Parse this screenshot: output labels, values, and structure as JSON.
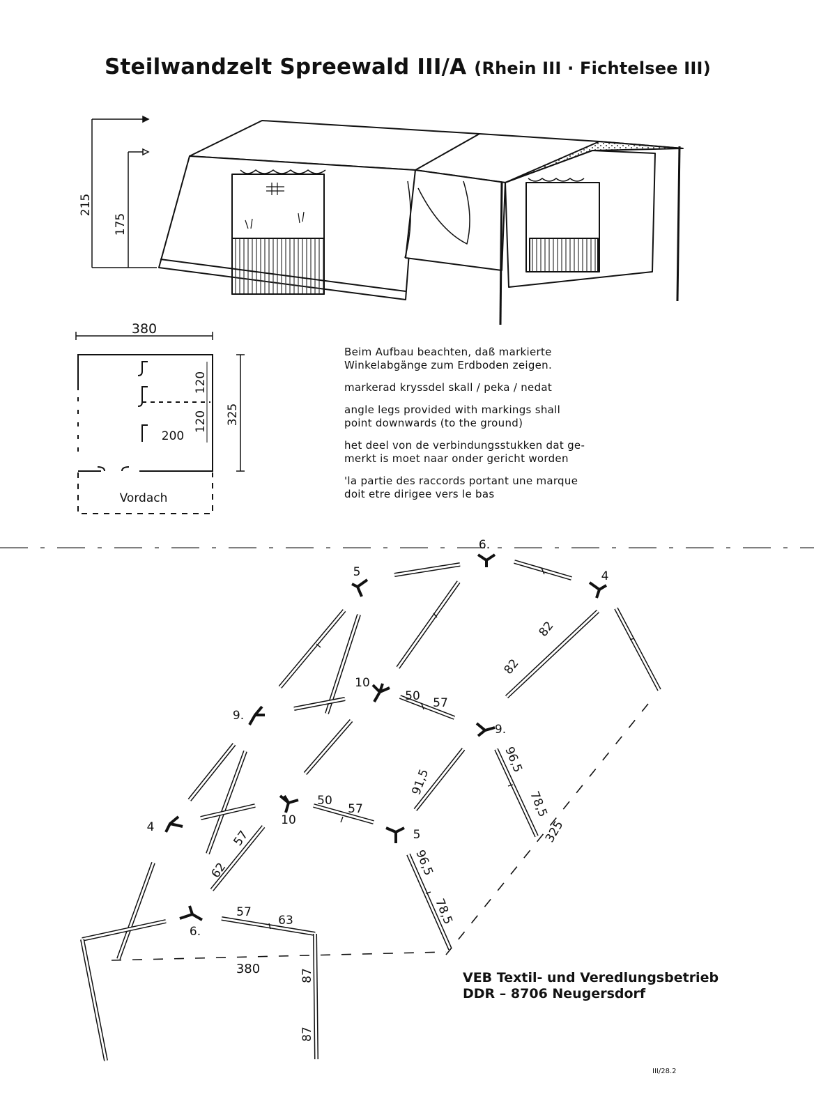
{
  "title": {
    "main": "Steilwandzelt Spreewald III/A",
    "sub": "(Rhein III · Fichtelsee III)"
  },
  "dimensions": {
    "height_total": "215",
    "height_wall": "175",
    "width": "380",
    "depth": "325",
    "inner_120_a": "120",
    "inner_120_b": "120",
    "inner_200": "200",
    "vordach": "Vordach"
  },
  "notes": [
    [
      "Beim Aufbau beachten, daß markierte",
      "Winkelabgänge zum Erdboden zeigen."
    ],
    [
      "markerad  kryssdel  skall / peka / nedat"
    ],
    [
      "angle legs provided with markings shall",
      "point downwards (to the ground)"
    ],
    [
      "het deel von de verbindungsstukken dat ge-",
      "merkt is  moet naar onder gericht worden"
    ],
    [
      "'la partie des raccords portant une marque",
      "doit etre dirigee vers le bas"
    ]
  ],
  "frame": {
    "connectors": [
      "6.",
      "5",
      "4",
      "10",
      "9.",
      "9.",
      "4",
      "10",
      "5",
      "6."
    ],
    "pole_labels": [
      "50",
      "57",
      "50",
      "57",
      "82",
      "82",
      "91,5",
      "96,5",
      "78,5",
      "96,5",
      "78,5",
      "57",
      "62",
      "57",
      "63",
      "87",
      "87"
    ],
    "width": "380",
    "depth": "325"
  },
  "manufacturer": {
    "line1": "VEB Textil- und Veredlungsbetrieb",
    "line2": "DDR – 8706 Neugersdorf"
  },
  "reference": "III/28.2"
}
